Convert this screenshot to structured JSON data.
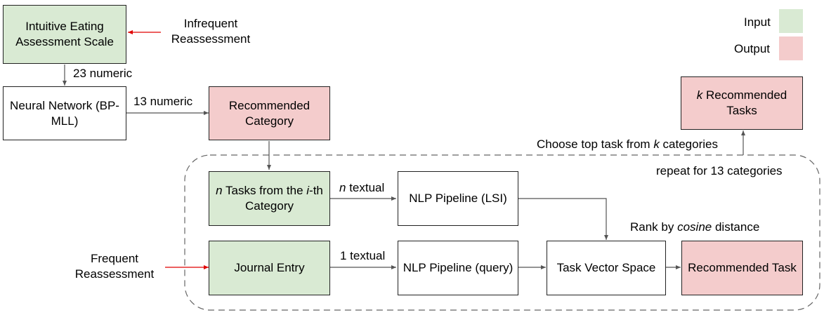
{
  "legend": {
    "input_label": "Input",
    "output_label": "Output",
    "input_color": "#d9ead3",
    "output_color": "#f4cccc"
  },
  "nodes": {
    "ieas": {
      "line1": "Intuitive Eating",
      "line2": "Assessment Scale"
    },
    "neural_network": {
      "line1": "Neural Network",
      "line2": "(BP-MLL)"
    },
    "recommended_category": {
      "line1": "Recommended",
      "line2": "Category"
    },
    "k_tasks": {
      "var": "k",
      "line1_rest": " Recommended",
      "line2": "Tasks"
    },
    "n_tasks": {
      "var_n": "n",
      "line1_rest": " Tasks from the",
      "var_i": "i",
      "line2_rest": "-th Category"
    },
    "journal_entry": {
      "line1": "Journal Entry"
    },
    "nlp_lsi": {
      "line1": "NLP Pipeline (LSI)"
    },
    "nlp_query": {
      "line1": "NLP Pipeline",
      "line2": "(query)"
    },
    "task_vector_space": {
      "line1": "Task Vector Space"
    },
    "recommended_task": {
      "line1": "Recommended",
      "line2": "Task"
    }
  },
  "edge_labels": {
    "infrequent": {
      "line1": "Infrequent",
      "line2": "Reassessment"
    },
    "frequent": {
      "line1": "Frequent",
      "line2": "Reassessment"
    },
    "numeric_23": "23 numeric",
    "numeric_13": "13 numeric",
    "n_textual": {
      "var": "n",
      "rest": " textual"
    },
    "textual_1": "1 textual",
    "choose_top": {
      "prefix": "Choose top task from ",
      "var": "k",
      "suffix": " categories"
    },
    "repeat": "repeat for 13 categories",
    "rank": {
      "prefix": "Rank by ",
      "var": "cosine",
      "suffix": " distance"
    }
  },
  "colors": {
    "arrow": "#555555",
    "trigger_arrow": "#e00000",
    "loop_border": "#666666"
  }
}
